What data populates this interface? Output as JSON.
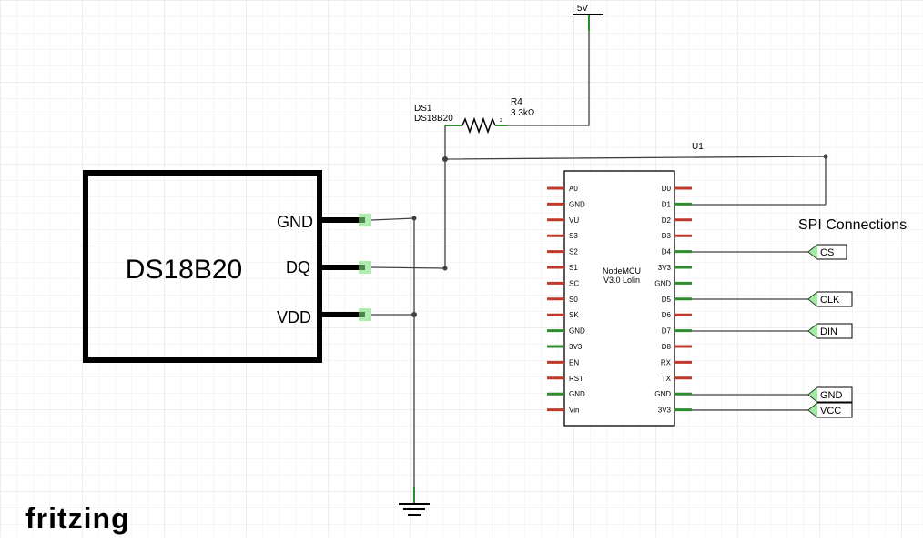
{
  "app": {
    "watermark": "fritzing"
  },
  "sensor": {
    "label": "DS18B20",
    "pins": [
      "GND",
      "DQ",
      "VDD"
    ]
  },
  "ds1": {
    "ref": "DS1",
    "part": "DS18B20"
  },
  "resistor": {
    "ref": "R4",
    "value": "3.3kΩ",
    "pin_mark": "2"
  },
  "power": {
    "label": "5V"
  },
  "mcu": {
    "ref": "U1",
    "name_line1": "NodeMCU",
    "name_line2": "V3.0 Lolin",
    "left_pins": [
      "A0",
      "GND",
      "VU",
      "S3",
      "S2",
      "S1",
      "SC",
      "S0",
      "SK",
      "GND",
      "3V3",
      "EN",
      "RST",
      "GND",
      "Vin"
    ],
    "right_pins": [
      "D0",
      "D1",
      "D2",
      "D3",
      "D4",
      "3V3",
      "GND",
      "D5",
      "D6",
      "D7",
      "D8",
      "RX",
      "TX",
      "GND",
      "3V3"
    ],
    "left_connected": [
      false,
      false,
      false,
      false,
      false,
      false,
      false,
      false,
      false,
      true,
      true,
      false,
      false,
      true,
      false
    ],
    "right_connected": [
      false,
      true,
      false,
      false,
      true,
      true,
      true,
      true,
      false,
      true,
      false,
      false,
      false,
      true,
      true
    ]
  },
  "spi": {
    "title": "SPI Connections",
    "labels": [
      "CS",
      "CLK",
      "DIN",
      "GND",
      "VCC"
    ]
  },
  "colors": {
    "wire": "#404040",
    "component": "#000000",
    "pin_unconnected": "#c0392b",
    "pin_connected": "#2e8b2e",
    "endpoint": "#7ee07e",
    "grid_minor": "#ececec",
    "grid_major": "#d6d6d6",
    "watermark": "#b3b3b3"
  }
}
